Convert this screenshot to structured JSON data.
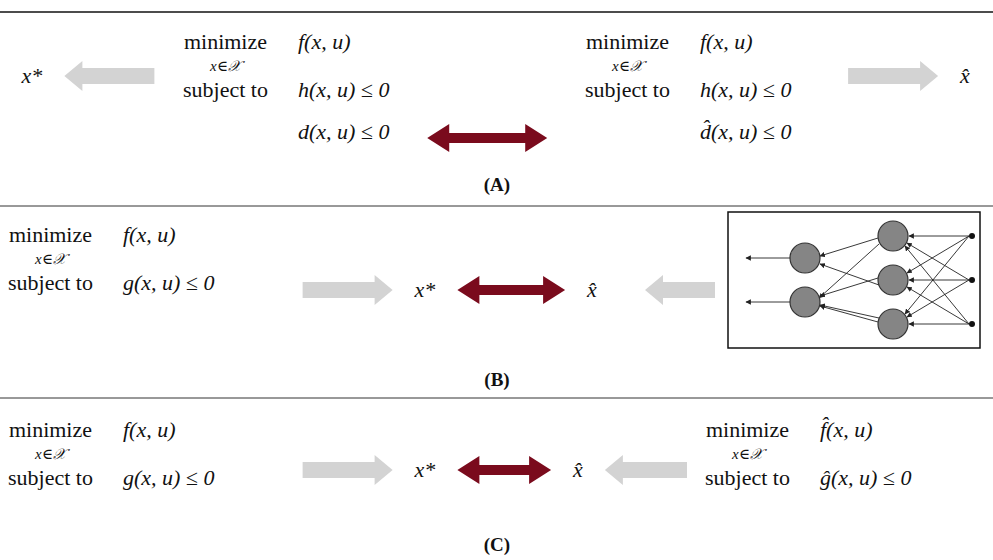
{
  "diagram": {
    "nodes": [
      {
        "text": [
          "x*"
        ]
      },
      {
        "text": [
          "minimize",
          "x∈𝒳",
          "f(x, u)",
          "subject to",
          "h(x, u) ≤ 0",
          "d(x, u) ≤ 0"
        ]
      },
      {
        "text": [
          "minimize",
          "x∈𝒳",
          "f(x, u)",
          "subject to",
          "h(x, u) ≤ 0",
          "d̂(x, u) ≤ 0"
        ]
      },
      {
        "text": [
          "x̂"
        ]
      },
      {
        "text": [
          "minimize",
          "x∈𝒳",
          "f(x, u)",
          "subject to",
          "g(x, u) ≤ 0"
        ]
      },
      {
        "text": [
          "x*"
        ]
      },
      {
        "text": [
          "x̂"
        ]
      },
      {
        "text": [
          "minimize",
          "x∈𝒳",
          "f(x, u)",
          "subject to",
          "g(x, u) ≤ 0"
        ]
      },
      {
        "text": [
          "x*"
        ]
      },
      {
        "text": [
          "x̂"
        ]
      },
      {
        "text": [
          "minimize",
          "x∈𝒳",
          "f̂(x, u)",
          "subject to",
          "ĝ(x, u) ≤ 0"
        ]
      }
    ],
    "edges": [
      {
        "from": 1,
        "to": 0,
        "arrow": "to"
      },
      {
        "from": 1,
        "to": 2,
        "arrow": "both"
      },
      {
        "from": 2,
        "to": 3,
        "arrow": "to"
      },
      {
        "from": 4,
        "to": 5,
        "arrow": "to"
      },
      {
        "from": 5,
        "to": 6,
        "arrow": "both"
      },
      {
        "from": 7,
        "to": 8,
        "arrow": "to"
      },
      {
        "from": 8,
        "to": 9,
        "arrow": "both"
      },
      {
        "from": 10,
        "to": 9,
        "arrow": "to"
      }
    ],
    "labels": [
      "(A)",
      "(B)",
      "(C)"
    ]
  }
}
